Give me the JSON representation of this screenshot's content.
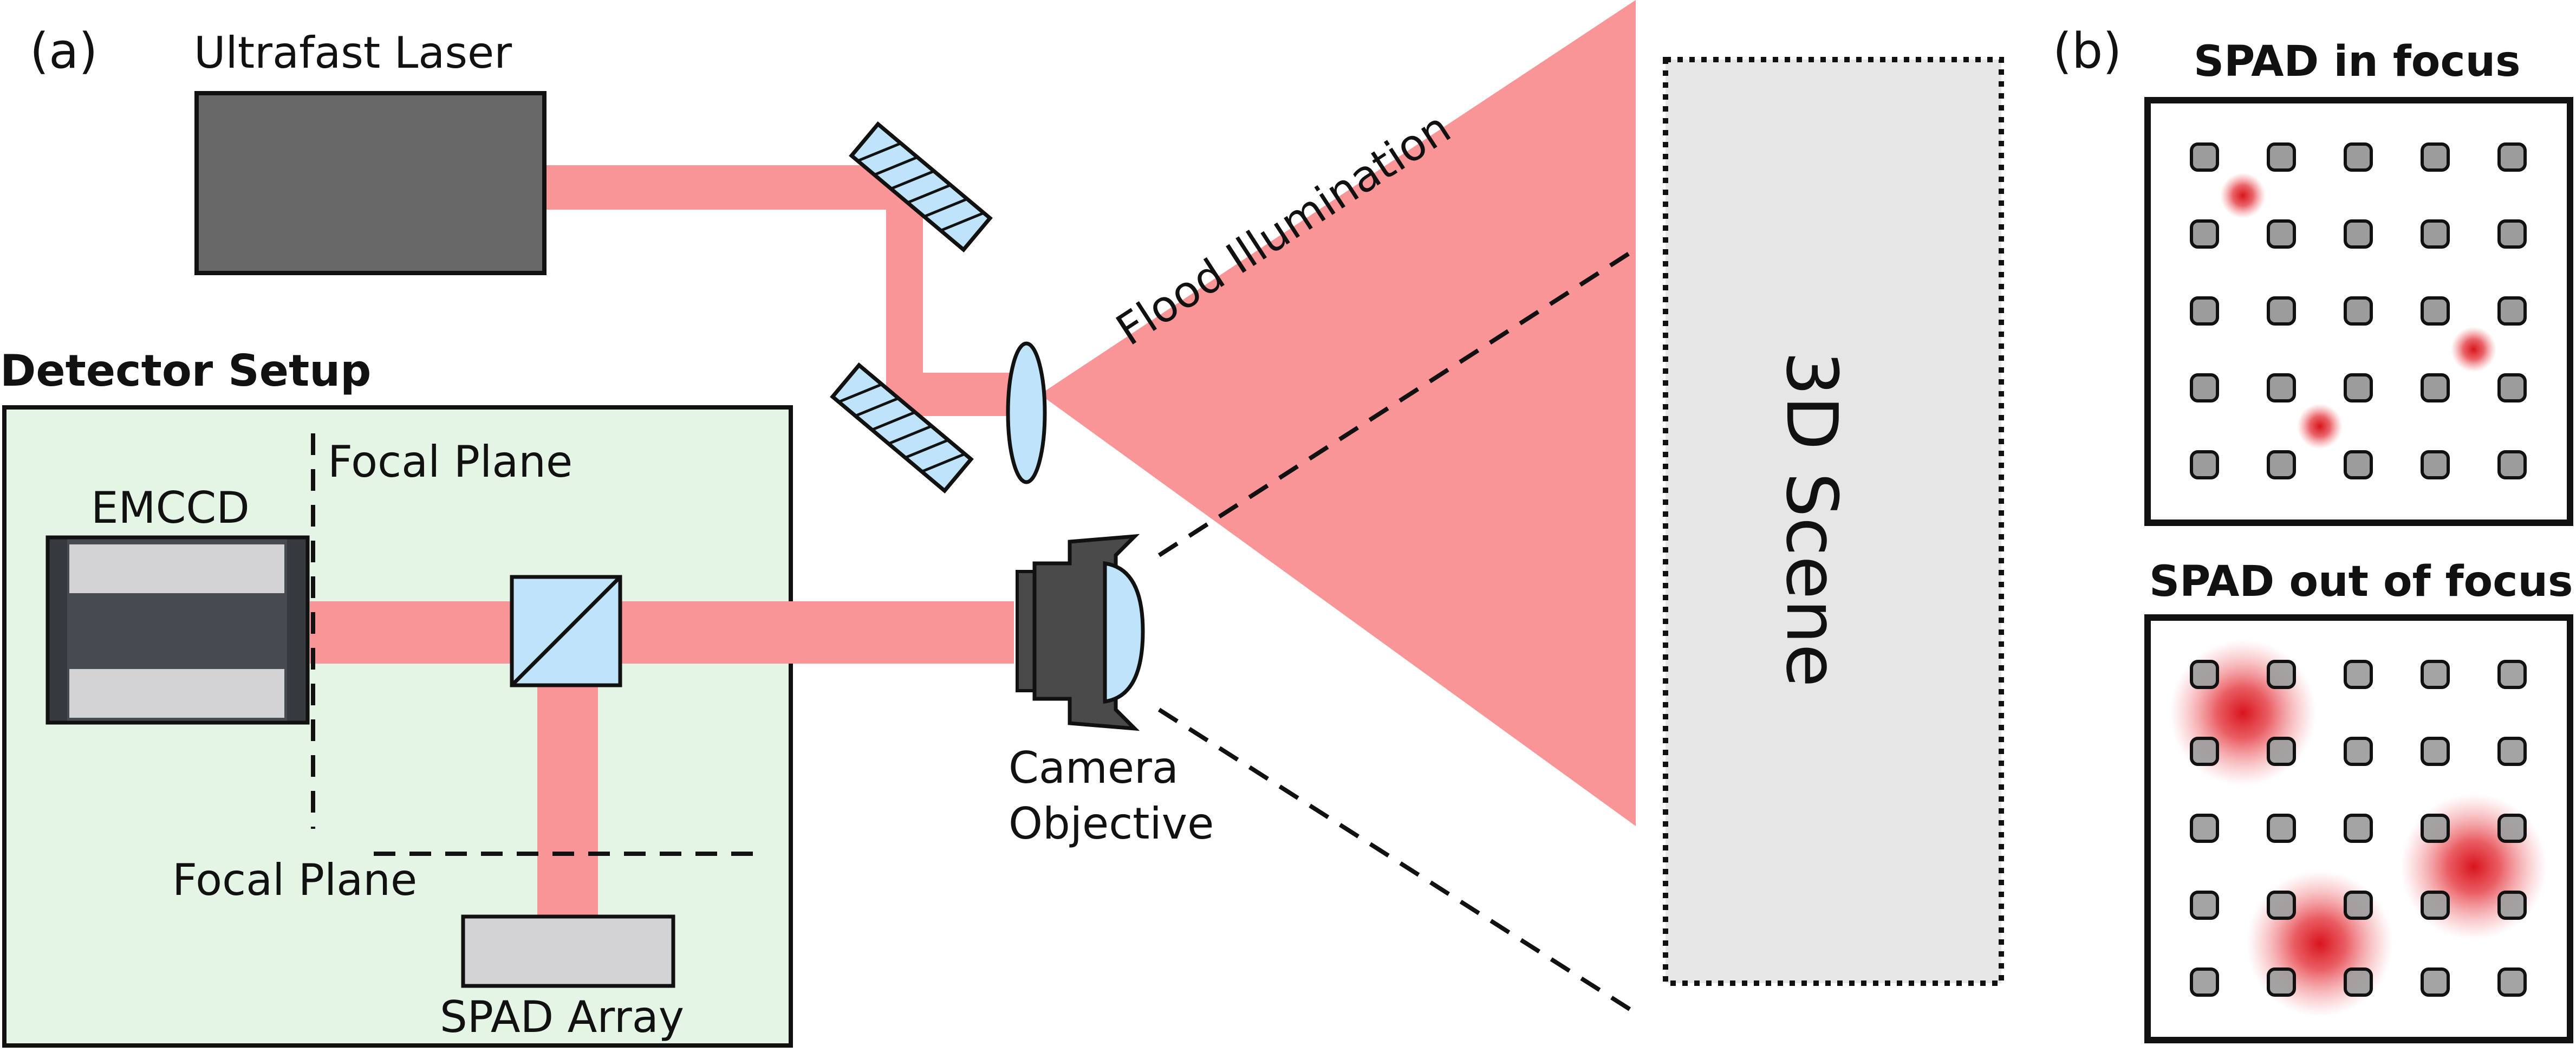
{
  "panel_a": {
    "label": "(a)",
    "laser_label": "Ultrafast Laser",
    "flood_label": "Flood Illumination",
    "scene_label": "3D Scene",
    "camera_label_line1": "Camera",
    "camera_label_line2": "Objective",
    "detector": {
      "title": "Detector Setup",
      "emccd_label": "EMCCD",
      "focal_plane_top": "Focal Plane",
      "focal_plane_bottom": "Focal Plane",
      "spad_label": "SPAD Array"
    }
  },
  "panel_b": {
    "label": "(b)",
    "in_focus_title": "SPAD in focus",
    "out_focus_title": "SPAD out of focus",
    "grid_rows": 5,
    "grid_cols": 5,
    "in_focus_spots": [
      [
        0.5,
        0.5
      ],
      [
        3.5,
        2.5
      ],
      [
        1.5,
        3.5
      ]
    ],
    "out_focus_spots": [
      [
        0.5,
        0.5
      ],
      [
        3.5,
        2.5
      ],
      [
        1.5,
        3.5
      ]
    ]
  },
  "colors": {
    "beam": "#f99497",
    "detector_bg": "#e4f4e5",
    "laser_body": "#686868",
    "emccd_body": "#474b51",
    "sensor_gray": "#d3d3d5",
    "optic_blue": "#bfe3f8",
    "scene_gray": "#e6e6e6",
    "pixel_gray": "#9c9c9c",
    "spot_red": "#d8141b"
  }
}
